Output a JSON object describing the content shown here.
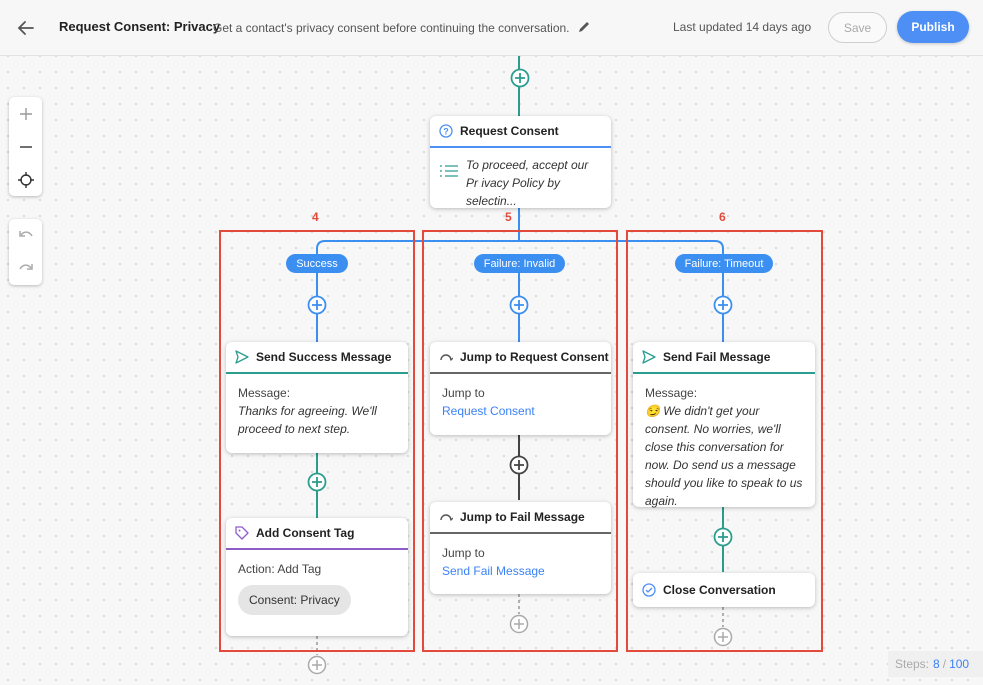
{
  "header": {
    "title": "Request Consent: Privacy",
    "description": "Get a contact's privacy consent before continuing the conversation.",
    "last_updated": "Last updated 14 days ago",
    "save_label": "Save",
    "publish_label": "Publish"
  },
  "colors": {
    "accent": "#4d8ff5",
    "teal": "#2a9d8f",
    "annotation": "#e24a3b",
    "tag_purple": "#8e5cc9"
  },
  "nodes": {
    "request_consent": {
      "title": "Request Consent",
      "icon": "question-circle-icon",
      "preview": "To proceed, accept our Pr ivacy Policy by selectin..."
    },
    "send_success": {
      "title": "Send Success Message",
      "icon": "send-icon",
      "message_label": "Message:",
      "message": "Thanks for agreeing. We'll proceed to next step."
    },
    "add_tag": {
      "title": "Add Consent Tag",
      "icon": "tag-icon",
      "action": "Action: Add Tag",
      "chip": "Consent: Privacy"
    },
    "jump_request": {
      "title": "Jump to Request Consent",
      "icon": "jump-icon",
      "jump_label": "Jump to",
      "target": "Request Consent"
    },
    "jump_fail": {
      "title": "Jump to Fail Message",
      "icon": "jump-icon",
      "jump_label": "Jump to",
      "target": "Send Fail Message"
    },
    "send_fail": {
      "title": "Send Fail Message",
      "icon": "send-icon",
      "message_label": "Message:",
      "message": "😏 We didn't get your consent. No worries, we'll close this conversation for now. Do send us a message should you like to speak to us again."
    },
    "close_conv": {
      "title": "Close Conversation",
      "icon": "check-circle-icon"
    }
  },
  "branches": {
    "success": "Success",
    "invalid": "Failure: Invalid",
    "timeout": "Failure: Timeout"
  },
  "annotations": [
    "4",
    "5",
    "6"
  ],
  "steps": {
    "label": "Steps:",
    "current": "8",
    "separator": "/",
    "total": "100"
  }
}
